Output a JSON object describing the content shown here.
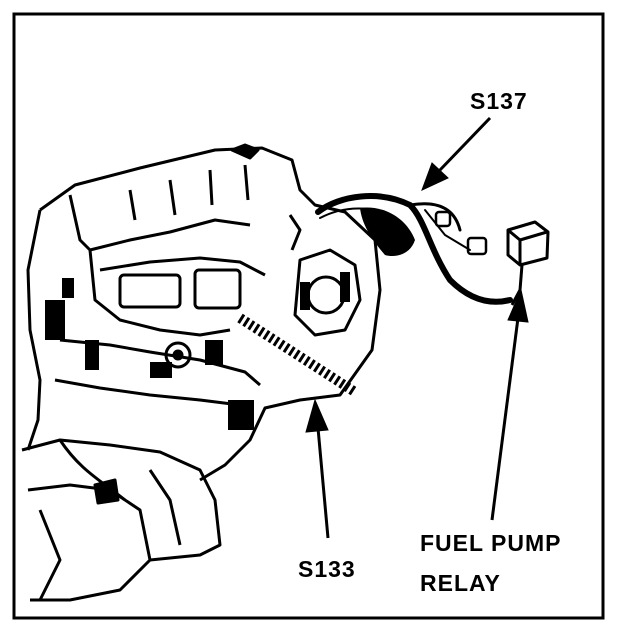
{
  "labels": {
    "s137": "S137",
    "s133": "S133",
    "relay_line1": "FUEL PUMP",
    "relay_line2": "RELAY"
  },
  "colors": {
    "ink": "#000000",
    "paper": "#ffffff"
  }
}
